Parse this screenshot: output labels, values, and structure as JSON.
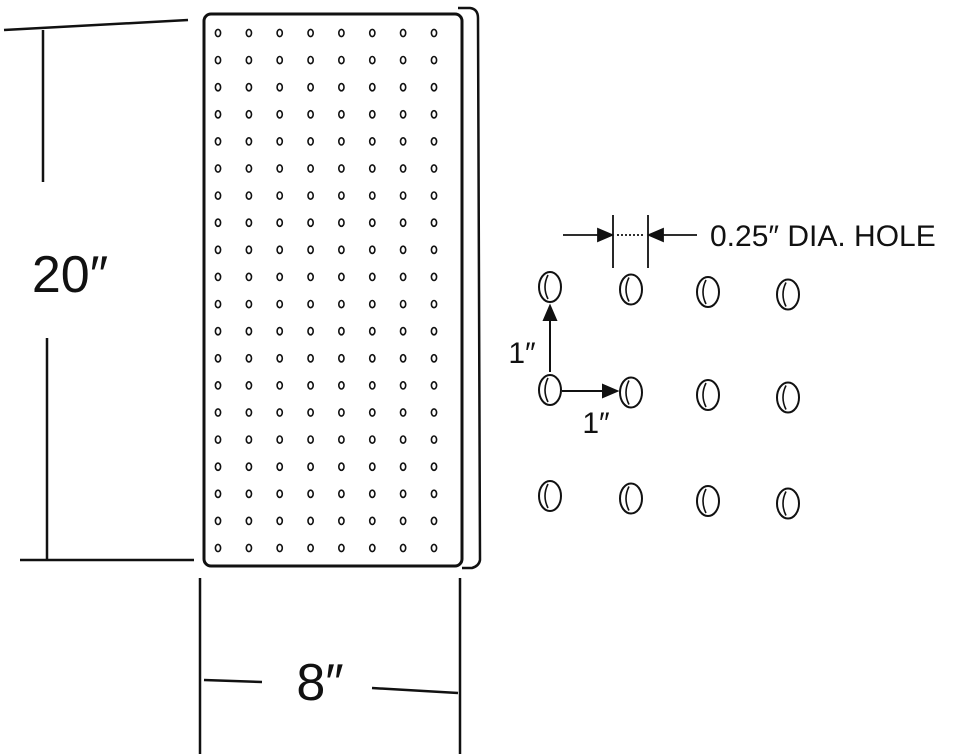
{
  "diagram": {
    "height_label": "20″",
    "width_label": "8″",
    "hole_label": "0.25″ DIA. HOLE",
    "vertical_spacing_label": "1″",
    "horizontal_spacing_label": "1″",
    "board": {
      "hole_columns": 8,
      "hole_rows": 20
    },
    "detail": {
      "hole_columns": 4,
      "hole_rows": 3
    },
    "colors": {
      "line": "#111111",
      "background": "#ffffff"
    }
  }
}
